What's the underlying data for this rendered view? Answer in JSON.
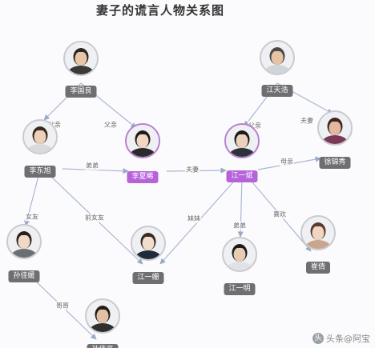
{
  "title": "妻子的谎言人物关系图",
  "nodes": [
    {
      "id": "n_liguoliang",
      "name": "李国良",
      "hl": false,
      "hair": "#2b2622",
      "skin": "#e8c7a8",
      "shirt": "#3a3a3a"
    },
    {
      "id": "n_jiangtianhao",
      "name": "江天浩",
      "hl": false,
      "hair": "#4a4a4a",
      "skin": "#e6c3a3",
      "shirt": "#cfd4da"
    },
    {
      "id": "n_lidongsheng",
      "name": "李东旭",
      "hl": false,
      "hair": "#3a2b22",
      "skin": "#ecd0b8",
      "shirt": "#d9d9d9"
    },
    {
      "id": "n_lixiahui",
      "name": "李夏晞",
      "hl": true,
      "hair": "#1f1a18",
      "skin": "#f0d6c3",
      "shirt": "#2a2a2a"
    },
    {
      "id": "n_jiangyibin",
      "name": "江一斌",
      "hl": true,
      "hair": "#1e1a18",
      "skin": "#ecd2bd",
      "shirt": "#2d3138"
    },
    {
      "id": "n_xujinxiu",
      "name": "徐锦秀",
      "hl": false,
      "hair": "#3b2620",
      "skin": "#e4b8a0",
      "shirt": "#7a3a55"
    },
    {
      "id": "n_sunjiayuan",
      "name": "孙佳媛",
      "hl": false,
      "hair": "#2a1f1b",
      "skin": "#f1d9c8",
      "shirt": "#6b6f74"
    },
    {
      "id": "n_jiangyishan",
      "name": "江一姗",
      "hl": false,
      "hair": "#3a2a22",
      "skin": "#f2dccc",
      "shirt": "#1f2a3a"
    },
    {
      "id": "n_jiangyiming",
      "name": "江一明",
      "hl": false,
      "hair": "#1c1a19",
      "skin": "#e8cbb3",
      "shirt": "#dfe3e8"
    },
    {
      "id": "n_cuiqian",
      "name": "崔倩",
      "hl": false,
      "hair": "#5a3a2a",
      "skin": "#f0d5c2",
      "shirt": "#c9a58c"
    },
    {
      "id": "n_sunjiahao",
      "name": "孙佳豪",
      "hl": false,
      "hair": "#241c18",
      "skin": "#e2c0a4",
      "shirt": "#2f2f2f"
    }
  ],
  "edges": [
    {
      "id": "e1",
      "label": "父亲"
    },
    {
      "id": "e2",
      "label": "父亲"
    },
    {
      "id": "e3",
      "label": "父亲"
    },
    {
      "id": "e4",
      "label": "夫妻"
    },
    {
      "id": "e5",
      "label": "弟弟"
    },
    {
      "id": "e6",
      "label": "夫妻"
    },
    {
      "id": "e7",
      "label": "母亲"
    },
    {
      "id": "e8",
      "label": "女友"
    },
    {
      "id": "e9",
      "label": "前女友"
    },
    {
      "id": "e10",
      "label": "妹妹"
    },
    {
      "id": "e11",
      "label": "弟弟"
    },
    {
      "id": "e12",
      "label": "喜欢"
    },
    {
      "id": "e13",
      "label": "哥哥"
    }
  ],
  "watermark": {
    "icon": "头",
    "text": "头条@阿宝"
  }
}
